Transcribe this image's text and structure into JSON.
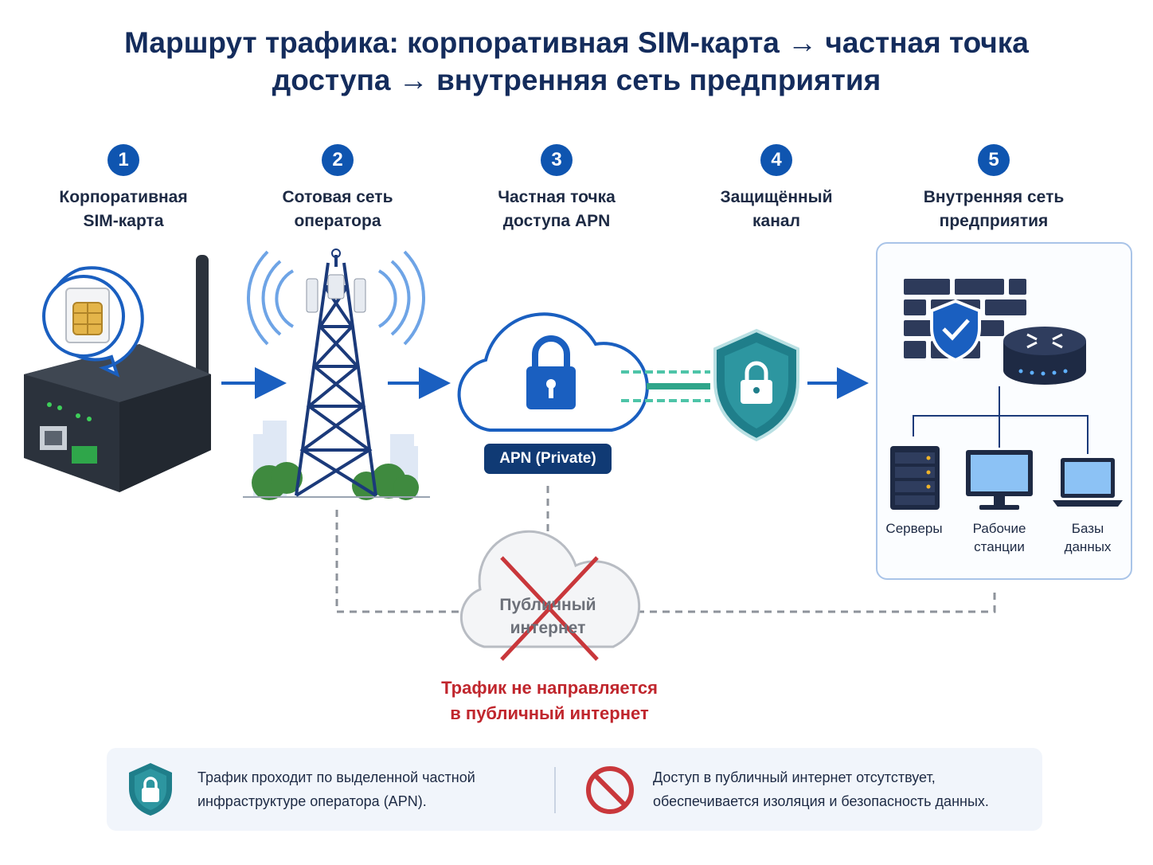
{
  "title": {
    "line1": "Маршрут трафика: корпоративная SIM-карта → частная точка",
    "line2": "доступа → внутренняя сеть предприятия"
  },
  "steps": [
    {
      "num": "1",
      "label": "Корпоративная\nSIM-карта"
    },
    {
      "num": "2",
      "label": "Сотовая сеть\nоператора"
    },
    {
      "num": "3",
      "label": "Частная точка\nдоступа APN"
    },
    {
      "num": "4",
      "label": "Защищённый\nканал"
    },
    {
      "num": "5",
      "label": "Внутренняя сеть\nпредприятия"
    }
  ],
  "apn_badge": "APN (Private)",
  "public_internet": "Публичный\nинтернет",
  "warning": "Трафик не направляется\nв публичный интернет",
  "devices": [
    {
      "label": "Серверы"
    },
    {
      "label": "Рабочие\nстанции"
    },
    {
      "label": "Базы\nданных"
    }
  ],
  "footer": {
    "left": "Трафик проходит по выделенной частной\nинфраструктуре оператора (APN).",
    "right": "Доступ в публичный интернет отсутствует,\nобеспечивается изоляция и безопасность данных."
  },
  "icons": [
    "sim-card-icon",
    "router-device-icon",
    "cell-tower-icon",
    "cloud-lock-icon",
    "shield-lock-icon",
    "firewall-icon",
    "network-router-icon",
    "server-icon",
    "monitor-icon",
    "laptop-icon",
    "crossed-cloud-icon",
    "prohibited-icon"
  ],
  "colors": {
    "primary": "#0f55b0",
    "dark_navy": "#103a74",
    "teal": "#1d8a8a",
    "warning_red": "#c0262d"
  }
}
